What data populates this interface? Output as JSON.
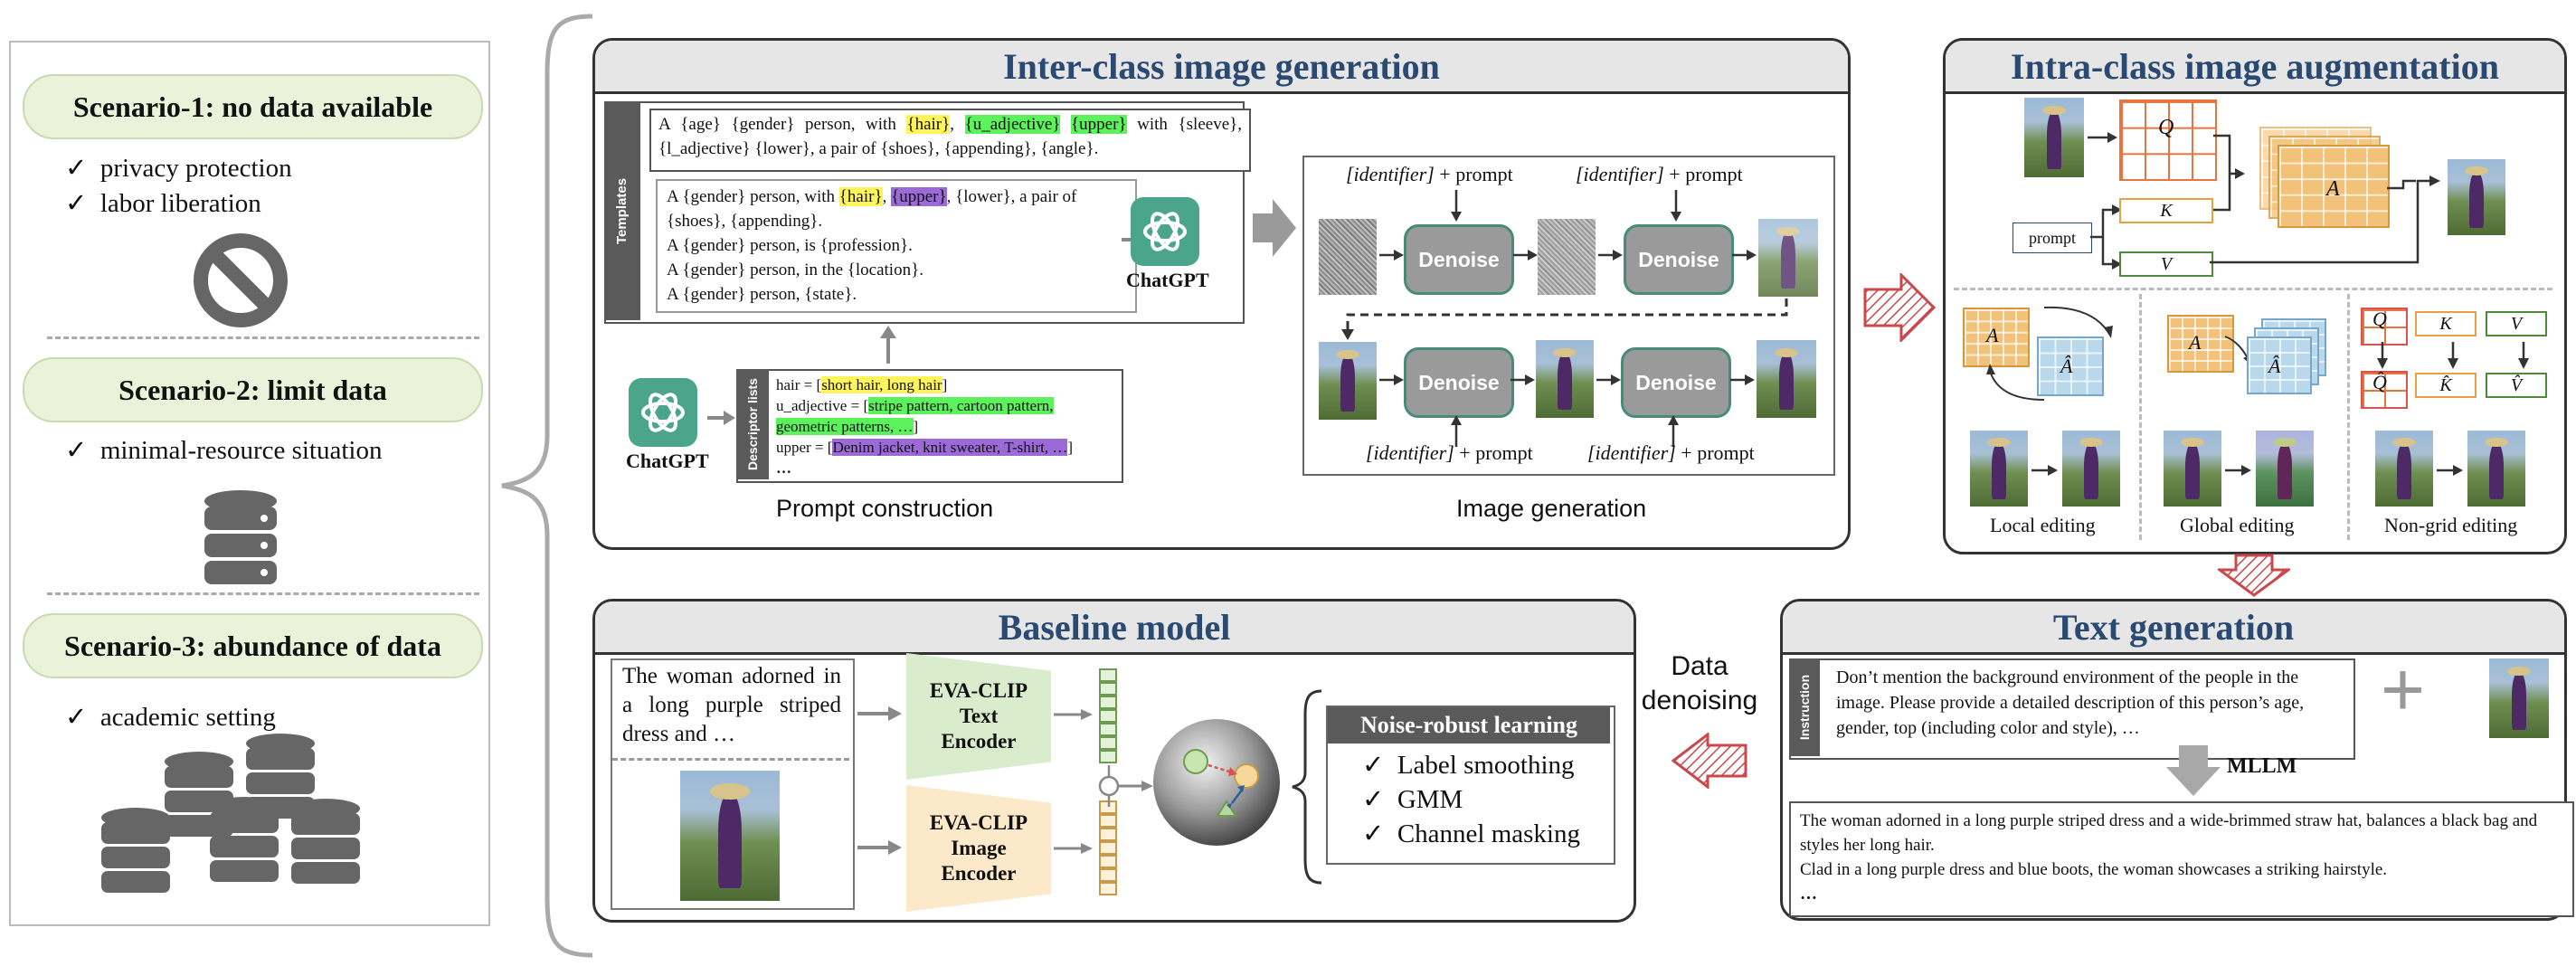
{
  "scenarios": [
    {
      "title": "Scenario-1: no data available",
      "items": [
        "privacy protection",
        "labor liberation"
      ],
      "icon": "no-entry-icon"
    },
    {
      "title": "Scenario-2: limit data",
      "items": [
        "minimal-resource situation"
      ],
      "icon": "database-icon"
    },
    {
      "title": "Scenario-3: abundance of data",
      "items": [
        "academic setting"
      ],
      "icon": "database-stack-icon"
    }
  ],
  "check_mark": "✓",
  "inter": {
    "title": "Inter-class image generation",
    "templates_tab": "Templates",
    "template_line1_a": "A {age} {gender} person, with ",
    "template_line1_hair": "{hair}",
    "template_line1_b": ", ",
    "template_line1_uadj": "{u_adjective}",
    "template_line1_c": " ",
    "template_line1_upper": "{upper}",
    "template_line1_d": " with {sleeve}, {l_adjective} {lower}, a pair of {shoes}, {appending}, {angle}.",
    "template2_a": "A {gender} person, with ",
    "template2_hair": "{hair}",
    "template2_b": ", ",
    "template2_upper": "{upper}",
    "template2_c": ", {lower}, a pair of {shoes}, {appending}.",
    "template3": "A {gender} person, is {profession}.",
    "template4": "A {gender} person, in the {location}.",
    "template5": "A {gender} person, {state}.",
    "chatgpt_label": "ChatGPT",
    "descriptor_tab": "Descriptor lists",
    "desc_hair_key": "hair = [",
    "desc_hair_val": "short hair, long hair",
    "desc_hair_end": "]",
    "desc_uadj_key": "u_adjective = [",
    "desc_uadj_val1": "stripe pattern, cartoon pattern,",
    "desc_uadj_val2": "geometric patterns, …",
    "desc_uadj_end": "]",
    "desc_upper_key": "upper = [",
    "desc_upper_val": "Denim jacket, knit sweater, T-shirt, …",
    "desc_upper_end": "]",
    "desc_more": "…",
    "prompt_construction": "Prompt construction",
    "image_generation": "Image generation",
    "identifier": "[identifier]",
    "plus_prompt": " + prompt",
    "denoise": "Denoise"
  },
  "intra": {
    "title": "Intra-class image augmentation",
    "q": "Q",
    "k": "K",
    "v": "V",
    "a": "A",
    "a_hat": "Â",
    "q_hat": "Q̂",
    "k_hat": "K̂",
    "v_hat": "V̂",
    "prompt_box": "prompt",
    "local_editing": "Local editing",
    "global_editing": "Global editing",
    "nongrid_editing": "Non-grid editing"
  },
  "baseline": {
    "title": "Baseline model",
    "caption": "The woman adorned in a long purple striped dress and …",
    "text_encoder": "EVA-CLIP Text Encoder",
    "image_encoder": "EVA-CLIP Image Encoder",
    "noise_title": "Noise-robust learning",
    "noise_items": [
      "Label smoothing",
      "GMM",
      "Channel masking"
    ]
  },
  "data_denoising": "Data denoising",
  "text_gen": {
    "title": "Text generation",
    "instruction_tab": "Instruction",
    "instruction": "Don’t mention the background environment of the people in the image. Please provide a detailed description of this person’s age, gender, top (including color and style), …",
    "plus": "+",
    "mllm": "MLLM",
    "output_line1": "The woman adorned in a long purple striped dress and a wide-brimmed straw hat, balances a black bag and styles her long hair.",
    "output_line2": "Clad in a long purple dress and blue boots, the woman showcases a striking hairstyle.",
    "output_more": "…"
  },
  "colors": {
    "title_blue": "#2b4a72",
    "chatgpt_green": "#4aa58a",
    "hair_yellow": "#fff45a",
    "adj_green": "#5cf25c",
    "upper_purple": "#9b6ad6",
    "hatched_red": "#c9484b"
  }
}
